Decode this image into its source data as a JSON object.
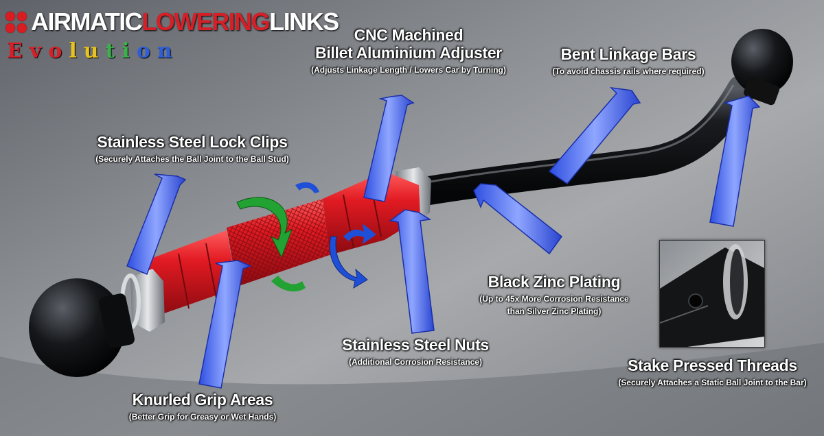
{
  "logo": {
    "word1": "AIRMATIC",
    "word2": "LOWERING",
    "word3": "LINKS",
    "tagline_letters": [
      "E",
      "v",
      "o",
      "l",
      "u",
      "t",
      "i",
      "o",
      "n"
    ],
    "tagline_colors": [
      "#d62028",
      "#d62028",
      "#d62028",
      "#e8c21e",
      "#e8c21e",
      "#3cb04a",
      "#3cb04a",
      "#2e5fd8",
      "#2e5fd8"
    ]
  },
  "callouts": {
    "cnc": {
      "title1": "CNC Machined",
      "title2": "Billet Aluminium Adjuster",
      "subtitle": "(Adjusts Linkage Length / Lowers Car by Turning)"
    },
    "bent": {
      "title": "Bent Linkage Bars",
      "subtitle": "(To avoid chassis rails where required)"
    },
    "clips": {
      "title": "Stainless Steel Lock Clips",
      "subtitle": "(Securely Attaches the Ball Joint to the Ball Stud)"
    },
    "zinc": {
      "title": "Black Zinc Plating",
      "subtitle1": "(Up to 45x More Corrosion Resistance",
      "subtitle2": "than Silver Zinc Plating)"
    },
    "nuts": {
      "title": "Stainless Steel Nuts",
      "subtitle": "(Additional Corrosion Resistance)"
    },
    "stake": {
      "title": "Stake Pressed Threads",
      "subtitle": "(Securely Attaches a Static Ball Joint to the Bar)"
    },
    "knurl": {
      "title": "Knurled Grip Areas",
      "subtitle": "(Better Grip for Greasy or Wet Hands)"
    }
  },
  "colors": {
    "arrow_fill": "#3a63f2",
    "adjuster_red": "#d0121c",
    "bar_black": "#111316",
    "rotate_blue": "#1f4fd6",
    "rotate_green": "#20a030"
  },
  "icons": {
    "pointer": "blue-arrow-icon",
    "rotate_blue": "rotate-arrow-blue-icon",
    "rotate_green": "rotate-arrow-green-icon"
  }
}
